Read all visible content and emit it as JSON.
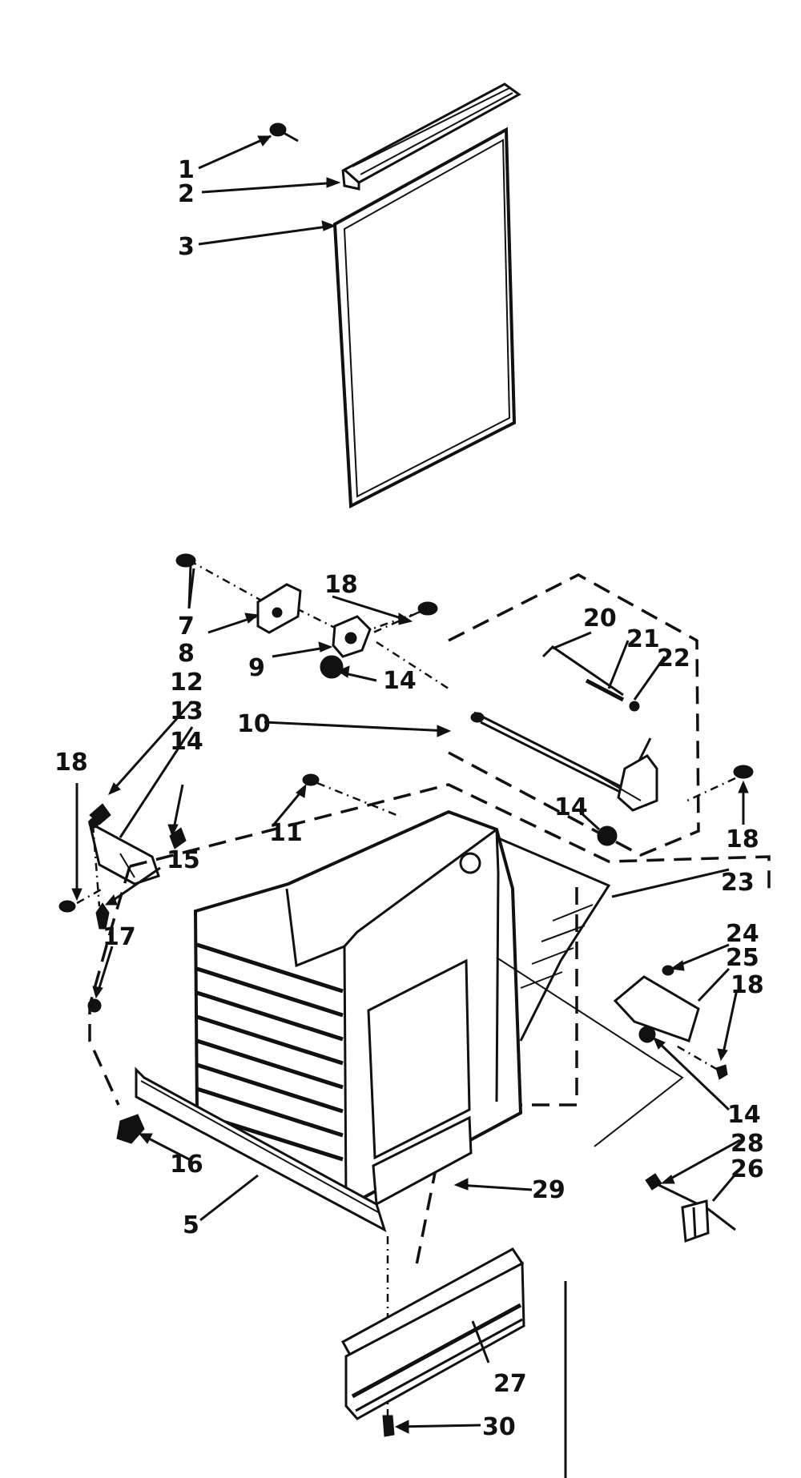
{
  "diagram": {
    "part_labels": [
      "1",
      "2",
      "3",
      "7",
      "8",
      "18",
      "9",
      "14",
      "10",
      "12",
      "13",
      "14",
      "18",
      "20",
      "21",
      "22",
      "14",
      "11",
      "15",
      "18",
      "23",
      "24",
      "25",
      "18",
      "17",
      "14",
      "16",
      "5",
      "29",
      "28",
      "26",
      "27",
      "30"
    ]
  },
  "colors": {
    "ink": "#111111",
    "background": "#ffffff"
  }
}
